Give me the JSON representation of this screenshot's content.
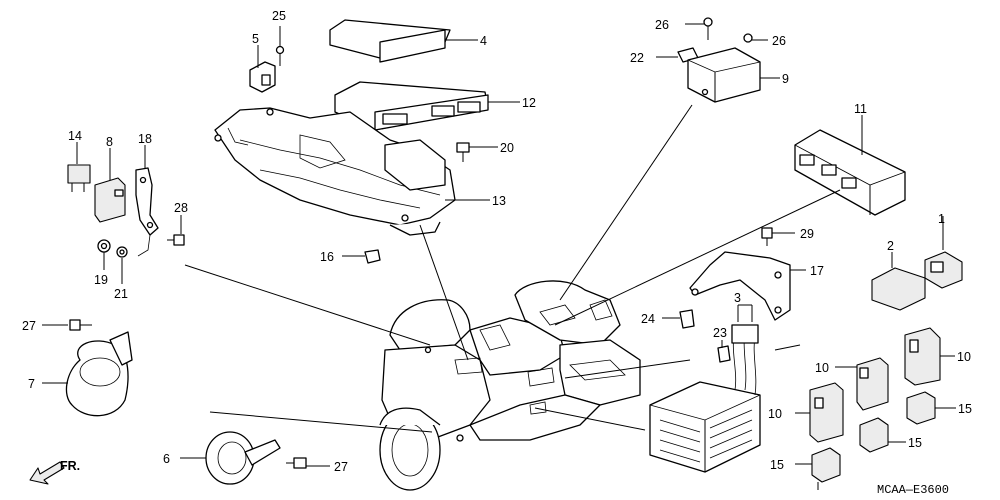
{
  "diagram": {
    "code": "MCAA—E3600",
    "front_label": "FR.",
    "callouts": [
      {
        "id": "c1",
        "text": "1"
      },
      {
        "id": "c2",
        "text": "2"
      },
      {
        "id": "c3",
        "text": "3"
      },
      {
        "id": "c4",
        "text": "4"
      },
      {
        "id": "c5",
        "text": "5"
      },
      {
        "id": "c6",
        "text": "6"
      },
      {
        "id": "c7",
        "text": "7"
      },
      {
        "id": "c8",
        "text": "8"
      },
      {
        "id": "c9",
        "text": "9"
      },
      {
        "id": "c10a",
        "text": "10"
      },
      {
        "id": "c10b",
        "text": "10"
      },
      {
        "id": "c10c",
        "text": "10"
      },
      {
        "id": "c11",
        "text": "11"
      },
      {
        "id": "c12",
        "text": "12"
      },
      {
        "id": "c13",
        "text": "13"
      },
      {
        "id": "c14",
        "text": "14"
      },
      {
        "id": "c15a",
        "text": "15"
      },
      {
        "id": "c15b",
        "text": "15"
      },
      {
        "id": "c15c",
        "text": "15"
      },
      {
        "id": "c16",
        "text": "16"
      },
      {
        "id": "c18",
        "text": "18"
      },
      {
        "id": "c17",
        "text": "17"
      },
      {
        "id": "c19",
        "text": "19"
      },
      {
        "id": "c20",
        "text": "20"
      },
      {
        "id": "c21",
        "text": "21"
      },
      {
        "id": "c22",
        "text": "22"
      },
      {
        "id": "c23",
        "text": "23"
      },
      {
        "id": "c24",
        "text": "24"
      },
      {
        "id": "c25",
        "text": "25"
      },
      {
        "id": "c26a",
        "text": "26"
      },
      {
        "id": "c26b",
        "text": "26"
      },
      {
        "id": "c27a",
        "text": "27"
      },
      {
        "id": "c27b",
        "text": "27"
      },
      {
        "id": "c28",
        "text": "28"
      },
      {
        "id": "c29",
        "text": "29"
      }
    ]
  }
}
